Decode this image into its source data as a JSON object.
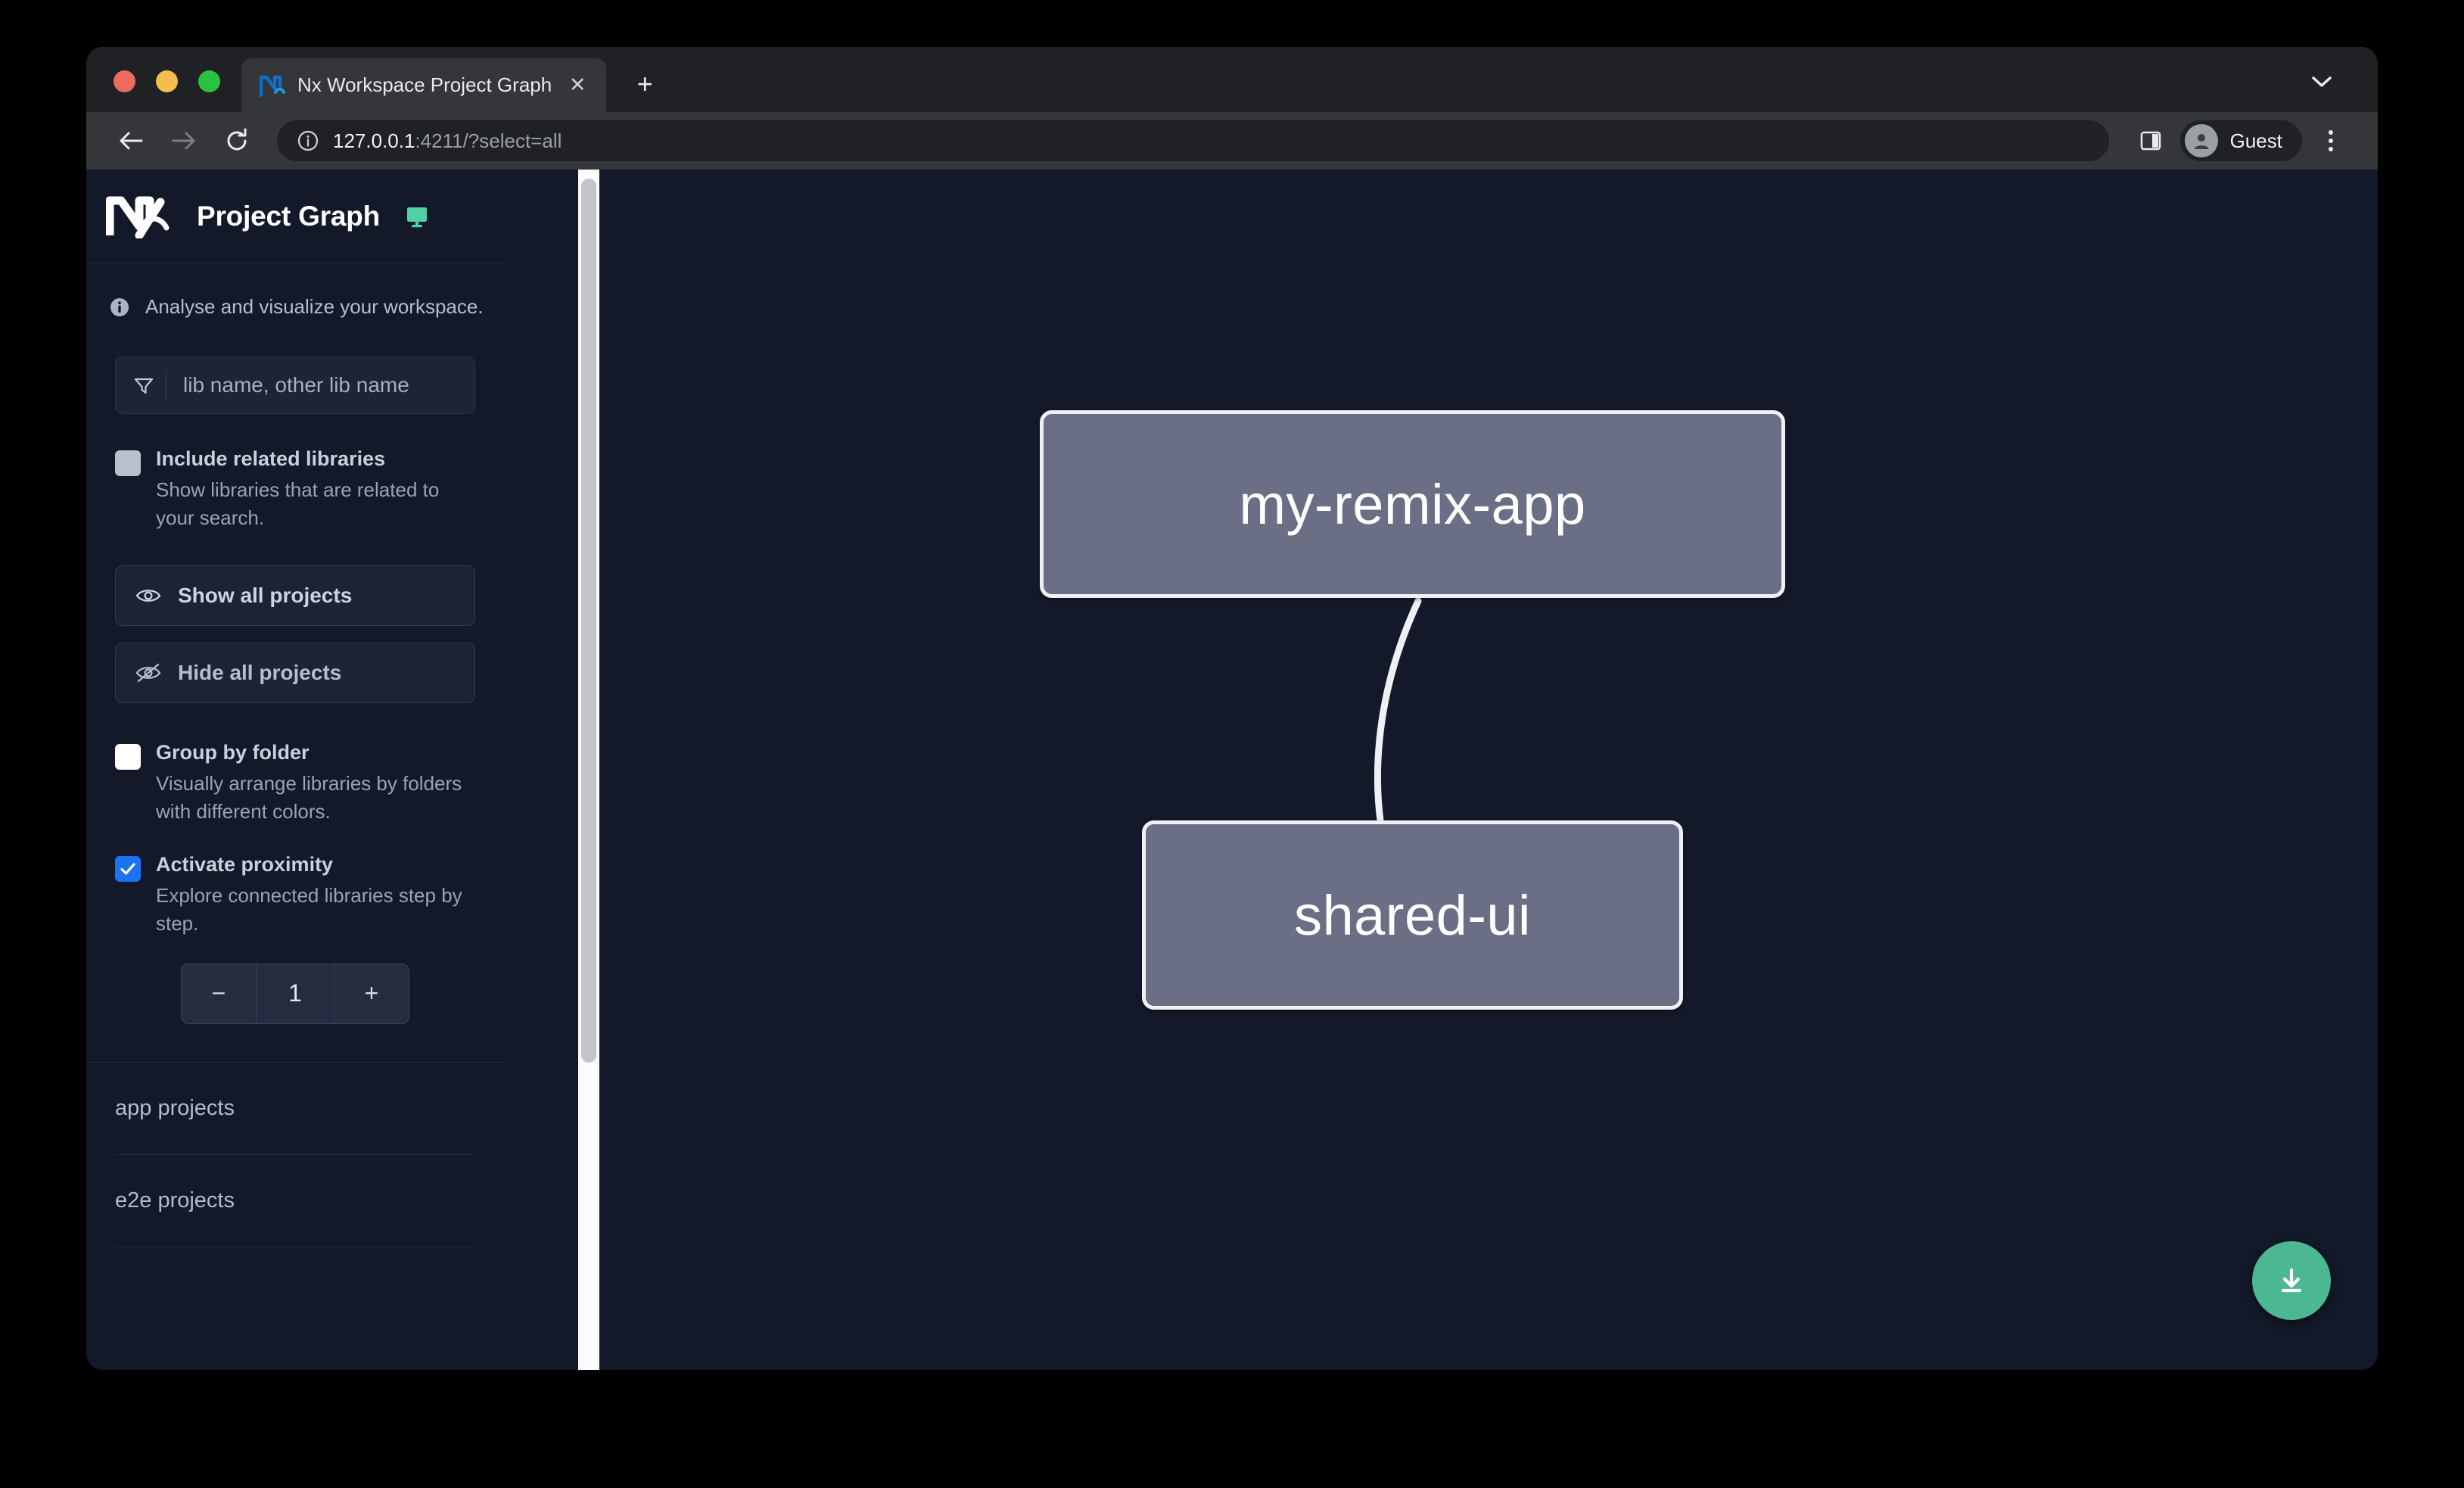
{
  "browser": {
    "tab": {
      "title": "Nx Workspace Project Graph",
      "favicon": "nx-favicon-icon",
      "close_label": "✕"
    },
    "new_tab_label": "+",
    "tab_list_chevron": "chevron-down-icon",
    "toolbar": {
      "back_icon": "back-arrow-icon",
      "forward_icon": "forward-arrow-icon",
      "reload_icon": "reload-icon",
      "site_info_icon": "info-circle-icon",
      "url_host": "127.0.0.1",
      "url_rest": ":4211/?select=all",
      "url_full": "127.0.0.1:4211/?select=all",
      "side_panel_icon": "side-panel-icon",
      "profile_name": "Guest",
      "profile_icon": "person-avatar-icon",
      "menu_icon": "kebab-menu-icon"
    },
    "window_controls": [
      "close",
      "minimize",
      "maximize"
    ]
  },
  "sidebar": {
    "logo": "nx-logo-icon",
    "title": "Project Graph",
    "monitor_icon": "monitor-icon",
    "tagline_icon": "info-icon",
    "tagline": "Analyse and visualize your workspace.",
    "search": {
      "icon": "filter-funnel-icon",
      "placeholder": "lib name, other lib name",
      "value": ""
    },
    "options": [
      {
        "id": "include-related-libraries",
        "title": "Include related libraries",
        "description": "Show libraries that are related to your search.",
        "checked": false,
        "box_style": "grey"
      },
      {
        "id": "group-by-folder",
        "title": "Group by folder",
        "description": "Visually arrange libraries by folders with different colors.",
        "checked": false,
        "box_style": "white"
      },
      {
        "id": "activate-proximity",
        "title": "Activate proximity",
        "description": "Explore connected libraries step by step.",
        "checked": true,
        "box_style": "checked"
      }
    ],
    "buttons": [
      {
        "id": "show-all-projects",
        "label": "Show all projects",
        "icon": "eye-icon"
      },
      {
        "id": "hide-all-projects",
        "label": "Hide all projects",
        "icon": "eye-off-icon"
      }
    ],
    "stepper": {
      "decrement_label": "−",
      "value": "1",
      "increment_label": "+"
    },
    "project_sections": [
      {
        "id": "app-projects",
        "label": "app projects"
      },
      {
        "id": "e2e-projects",
        "label": "e2e projects"
      }
    ],
    "scrollbar": {
      "present": true
    }
  },
  "graph": {
    "nodes": [
      {
        "id": "my-remix-app",
        "label": "my-remix-app"
      },
      {
        "id": "shared-ui",
        "label": "shared-ui"
      }
    ],
    "edges": [
      {
        "from": "my-remix-app",
        "to": "shared-ui",
        "arrow": true
      }
    ],
    "download_button": {
      "icon": "download-icon",
      "color": "#4bb891"
    }
  },
  "colors": {
    "page_background": "#131929",
    "sidebar_background": "#131929",
    "node_fill": "#6b6f85",
    "node_border": "#eef0f5",
    "accent_green": "#4fd1a5",
    "checkbox_checked": "#1a73f0",
    "fab_green": "#4bb891",
    "browser_chrome": "#35363a",
    "tabstrip": "#202124"
  }
}
